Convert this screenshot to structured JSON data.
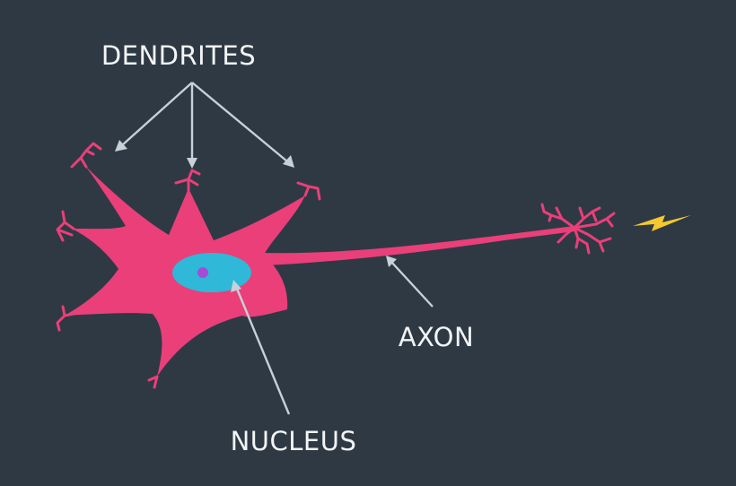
{
  "labels": {
    "dendrites": "DENDRITES",
    "axon": "AXON",
    "nucleus": "NUCLEUS"
  },
  "colors": {
    "background": "#2e3944",
    "cell_body": "#ea3f79",
    "nucleus": "#2fb8d8",
    "nucleolus": "#a64bd6",
    "label_text": "#f2f4f6",
    "pointer": "#c8d0d8",
    "signal": "#f4c82e"
  },
  "icons": {
    "signal": "lightning-bolt-icon"
  }
}
